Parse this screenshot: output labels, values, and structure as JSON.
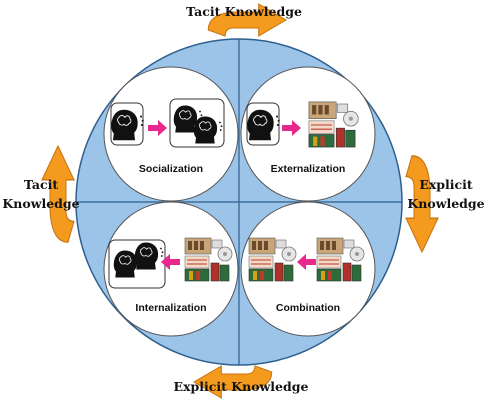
{
  "outer_labels": {
    "top": "Tacit Knowledge",
    "left_line1": "Tacit",
    "left_line2": "Knowledge",
    "right_line1": "Explicit",
    "right_line2": "Knowledge",
    "bottom": "Explicit Knowledge"
  },
  "quadrants": {
    "top_left": "Socialization",
    "top_right": "Externalization",
    "bottom_left": "Internalization",
    "bottom_right": "Combination"
  },
  "colors": {
    "outer_circle": "#9CC3E8",
    "inner_circle": "#FFFFFF",
    "arrow": "#F39A1F",
    "process_arrow": "#E8288C"
  },
  "icons": {
    "head": "person-head-icon",
    "document": "explicit-document-icon"
  }
}
